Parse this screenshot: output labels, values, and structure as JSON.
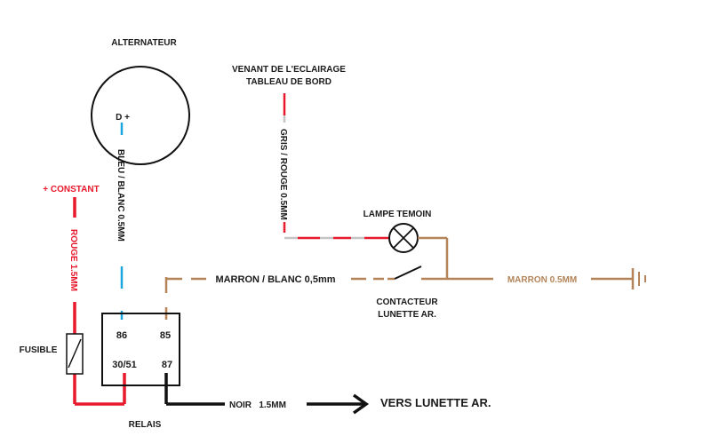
{
  "alternator": {
    "label": "ALTERNATEUR",
    "terminal": "D +"
  },
  "dashboard_source": {
    "line1": "VENANT DE L'ECLAIRAGE",
    "line2": "TABLEAU DE BORD"
  },
  "wires": {
    "bleu_blanc": "BLEU / BLANC 0.5MM",
    "gris_rouge": "GRIS / ROUGE 0.5MM",
    "rouge": "ROUGE 1.5MM",
    "marron_blanc": "MARRON / BLANC 0,5mm",
    "marron": "MARRON 0.5MM",
    "noir": "NOIR   1.5MM"
  },
  "constant_label": "+ CONSTANT",
  "fuse_label": "FUSIBLE",
  "lamp_label": "LAMPE TEMOIN",
  "switch": {
    "line1": "CONTACTEUR",
    "line2": "LUNETTE AR."
  },
  "relay": {
    "label": "RELAIS",
    "terminals": {
      "t86": "86",
      "t85": "85",
      "t30": "30/51",
      "t87": "87"
    }
  },
  "destination": "VERS LUNETTE AR.",
  "colors": {
    "red": "#e8192c",
    "blue": "#1aa7e0",
    "brown": "#b48458",
    "black": "#111111",
    "gray": "#c4c4c4"
  }
}
